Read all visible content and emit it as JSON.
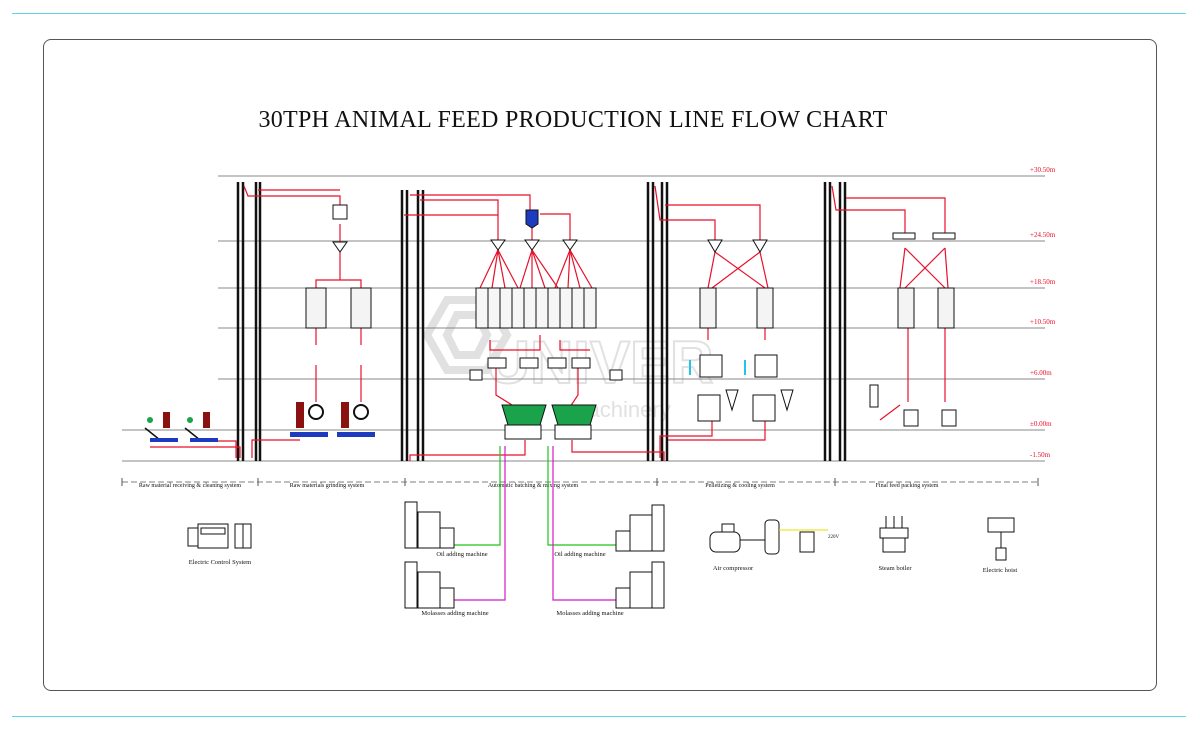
{
  "title": "30TPH ANIMAL FEED PRODUCTION LINE FLOW CHART",
  "levels": [
    "+30.50m",
    "+24.50m",
    "+18.50m",
    "+10.50m",
    "+6.00m",
    "±0.00m",
    "-1.50m"
  ],
  "sections": [
    "Raw material receiving & cleaning system",
    "Raw materials grinding system",
    "Automatic batching & mixing system",
    "Pelletizing & cooling system",
    "Final feed packing system"
  ],
  "equipment": {
    "electric_control": "Electric Control System",
    "oil_left": "Oil adding machine",
    "oil_right": "Oil adding machine",
    "molasses_left": "Molasses adding machine",
    "molasses_right": "Molasses adding machine",
    "air_compressor": "Air compressor",
    "steam_boiler": "Steam boiler",
    "electric_hoist": "Electric hoist",
    "voltage": "220V"
  },
  "watermark": {
    "brand": "UNIVER",
    "sub": "machinery"
  },
  "colors": {
    "line": "#e8102a",
    "frame": "#5fd6e6",
    "mixer": "#1aa34a",
    "oil": "#22c41a",
    "molasses": "#d11ac8",
    "watermark": "#c9c9c9"
  }
}
